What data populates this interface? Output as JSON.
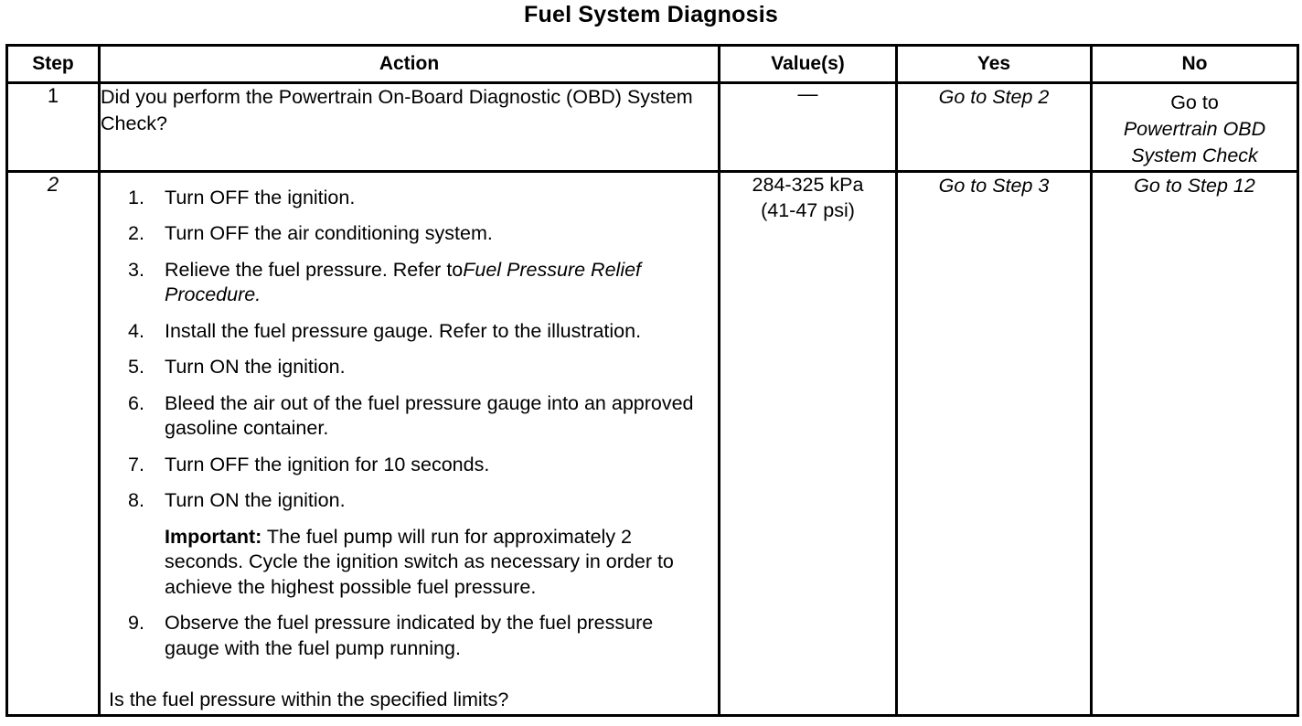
{
  "document": {
    "title": "Fuel System Diagnosis"
  },
  "table": {
    "headers": {
      "step": "Step",
      "action": "Action",
      "value": "Value(s)",
      "yes": "Yes",
      "no": "No"
    },
    "rows": [
      {
        "step": "1",
        "action": {
          "question": "Did you perform the Powertrain On-Board Diagnostic (OBD) System Check?"
        },
        "value": "—",
        "yes": "Go to Step 2",
        "no": {
          "line1": "Go to",
          "line2": "Powertrain OBD",
          "line3": "System Check"
        }
      },
      {
        "step": "2",
        "action": {
          "items": [
            {
              "num": "1.",
              "text": "Turn OFF the ignition."
            },
            {
              "num": "2.",
              "text": "Turn OFF the air conditioning system."
            },
            {
              "num": "3.",
              "text": "Relieve the fuel pressure. Refer to",
              "italic_tail": "Fuel Pressure Relief Procedure."
            },
            {
              "num": "4.",
              "text": "Install the fuel pressure gauge. Refer to the illustration."
            },
            {
              "num": "5.",
              "text": "Turn ON the ignition."
            },
            {
              "num": "6.",
              "text": "Bleed the air out of the fuel pressure gauge into an approved gasoline container."
            },
            {
              "num": "7.",
              "text": "Turn OFF the ignition for 10 seconds."
            },
            {
              "num": "8.",
              "text": "Turn ON the ignition."
            }
          ],
          "note": {
            "label": "Important:",
            "text": " The fuel pump will run for approximately 2 seconds. Cycle the ignition switch as necessary in order to achieve the highest possible fuel pressure."
          },
          "items_after_note": [
            {
              "num": "9.",
              "text": "Observe the fuel pressure indicated by the fuel pressure gauge with the fuel pump running."
            }
          ],
          "closing_question": "Is the fuel pressure within the specified limits?"
        },
        "value": {
          "line1": "284-325 kPa",
          "line2": "(41-47 psi)"
        },
        "yes": "Go to Step 3",
        "no": "Go to Step 12"
      }
    ]
  },
  "colors": {
    "ink": "#000000",
    "paper": "#ffffff"
  }
}
